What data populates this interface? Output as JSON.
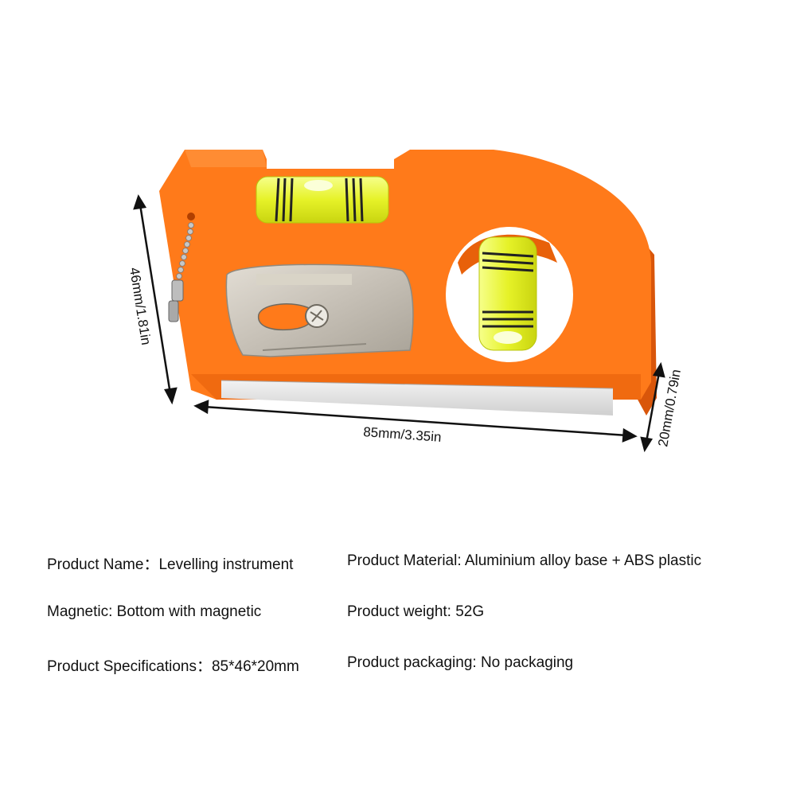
{
  "dimensions": {
    "height": "46mm/1.81in",
    "length": "85mm/3.35in",
    "depth": "20mm/0.79in"
  },
  "specs": {
    "name": "Product Name：Levelling instrument",
    "material": "Product Material: Aluminium alloy base + ABS plastic",
    "magnetic": "Magnetic: Bottom with magnetic",
    "weight": "Product weight: 52G",
    "specifications": "Product Specifications：85*46*20mm",
    "packaging": "Product packaging: No packaging"
  },
  "colors": {
    "body": "#ff7a1a",
    "body_shade": "#e8610a",
    "vial": "#e8f53a",
    "metal": "#c9c4bc"
  }
}
